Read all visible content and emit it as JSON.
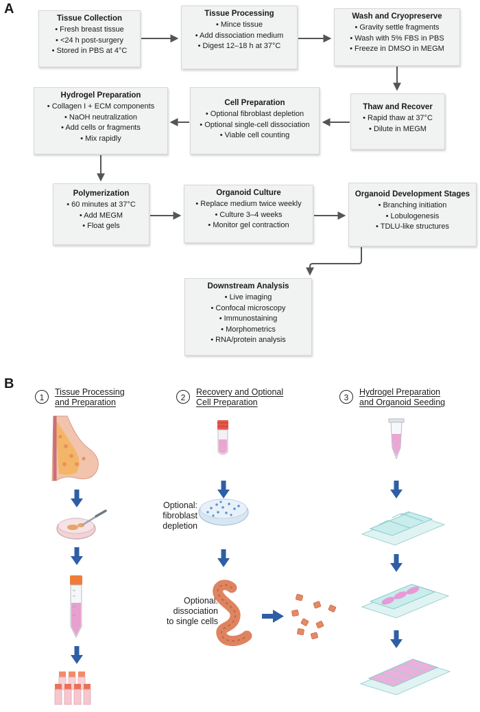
{
  "panel_a": {
    "letter": "A",
    "boxes": [
      {
        "title": "Tissue Collection",
        "items": [
          "• Fresh breast tissue",
          "• <24 h post-surgery",
          "• Stored in PBS at 4°C"
        ]
      },
      {
        "title": "Tissue Processing",
        "items": [
          "• Mince tissue",
          "• Add dissociation medium",
          "• Digest 12–18 h at 37°C"
        ]
      },
      {
        "title": "Wash and Cryopreserve",
        "items": [
          "• Gravity settle fragments",
          "• Wash with 5% FBS in PBS",
          "• Freeze in DMSO in MEGM"
        ]
      },
      {
        "title": "Thaw and Recover",
        "items": [
          "• Rapid thaw at 37°C",
          "• Dilute in MEGM"
        ]
      },
      {
        "title": "Cell Preparation",
        "items": [
          "• Optional fibroblast depletion",
          "• Optional single-cell dissociation",
          "• Viable cell counting"
        ]
      },
      {
        "title": "Hydrogel Preparation",
        "items": [
          "• Collagen I + ECM components",
          "• NaOH neutralization",
          "• Add cells or fragments",
          "• Mix rapidly"
        ]
      },
      {
        "title": "Polymerization",
        "items": [
          "• 60 minutes at 37°C",
          "• Add MEGM",
          "• Float gels"
        ]
      },
      {
        "title": "Organoid Culture",
        "items": [
          "• Replace medium twice weekly",
          "• Culture 3–4 weeks",
          "• Monitor gel contraction"
        ]
      },
      {
        "title": "Organoid Development Stages",
        "items": [
          "• Branching initiation",
          "• Lobulogenesis",
          "• TDLU-like structures"
        ]
      },
      {
        "title": "Downstream Analysis",
        "items": [
          "• Live imaging",
          "• Confocal microscopy",
          "• Immunostaining",
          "• Morphometrics",
          "• RNA/protein analysis"
        ]
      }
    ]
  },
  "panel_b": {
    "letter": "B",
    "steps": [
      {
        "number": "1",
        "title_line1": "Tissue Processing",
        "title_line2": "and Preparation"
      },
      {
        "number": "2",
        "title_line1": "Recovery and Optional",
        "title_line2": "Cell Preparation"
      },
      {
        "number": "3",
        "title_line1": "Hydrogel Preparation",
        "title_line2": "and Organoid Seeding"
      }
    ],
    "labels": {
      "fibroblast_line1": "Optional:",
      "fibroblast_line2": "fibroblast",
      "fibroblast_line3": "depletion",
      "dissociation_line1": "Optional:",
      "dissociation_line2": "dissociation",
      "dissociation_line3": "to single cells"
    }
  },
  "colors": {
    "box_fill": "#f1f2f2",
    "flow_arrow": "#555555",
    "step_arrow": "#2f5ea5",
    "tissue_orange": "#e8835a",
    "gel_pink": "#e8a6d6",
    "chamber_teal": "#c6ecec"
  }
}
